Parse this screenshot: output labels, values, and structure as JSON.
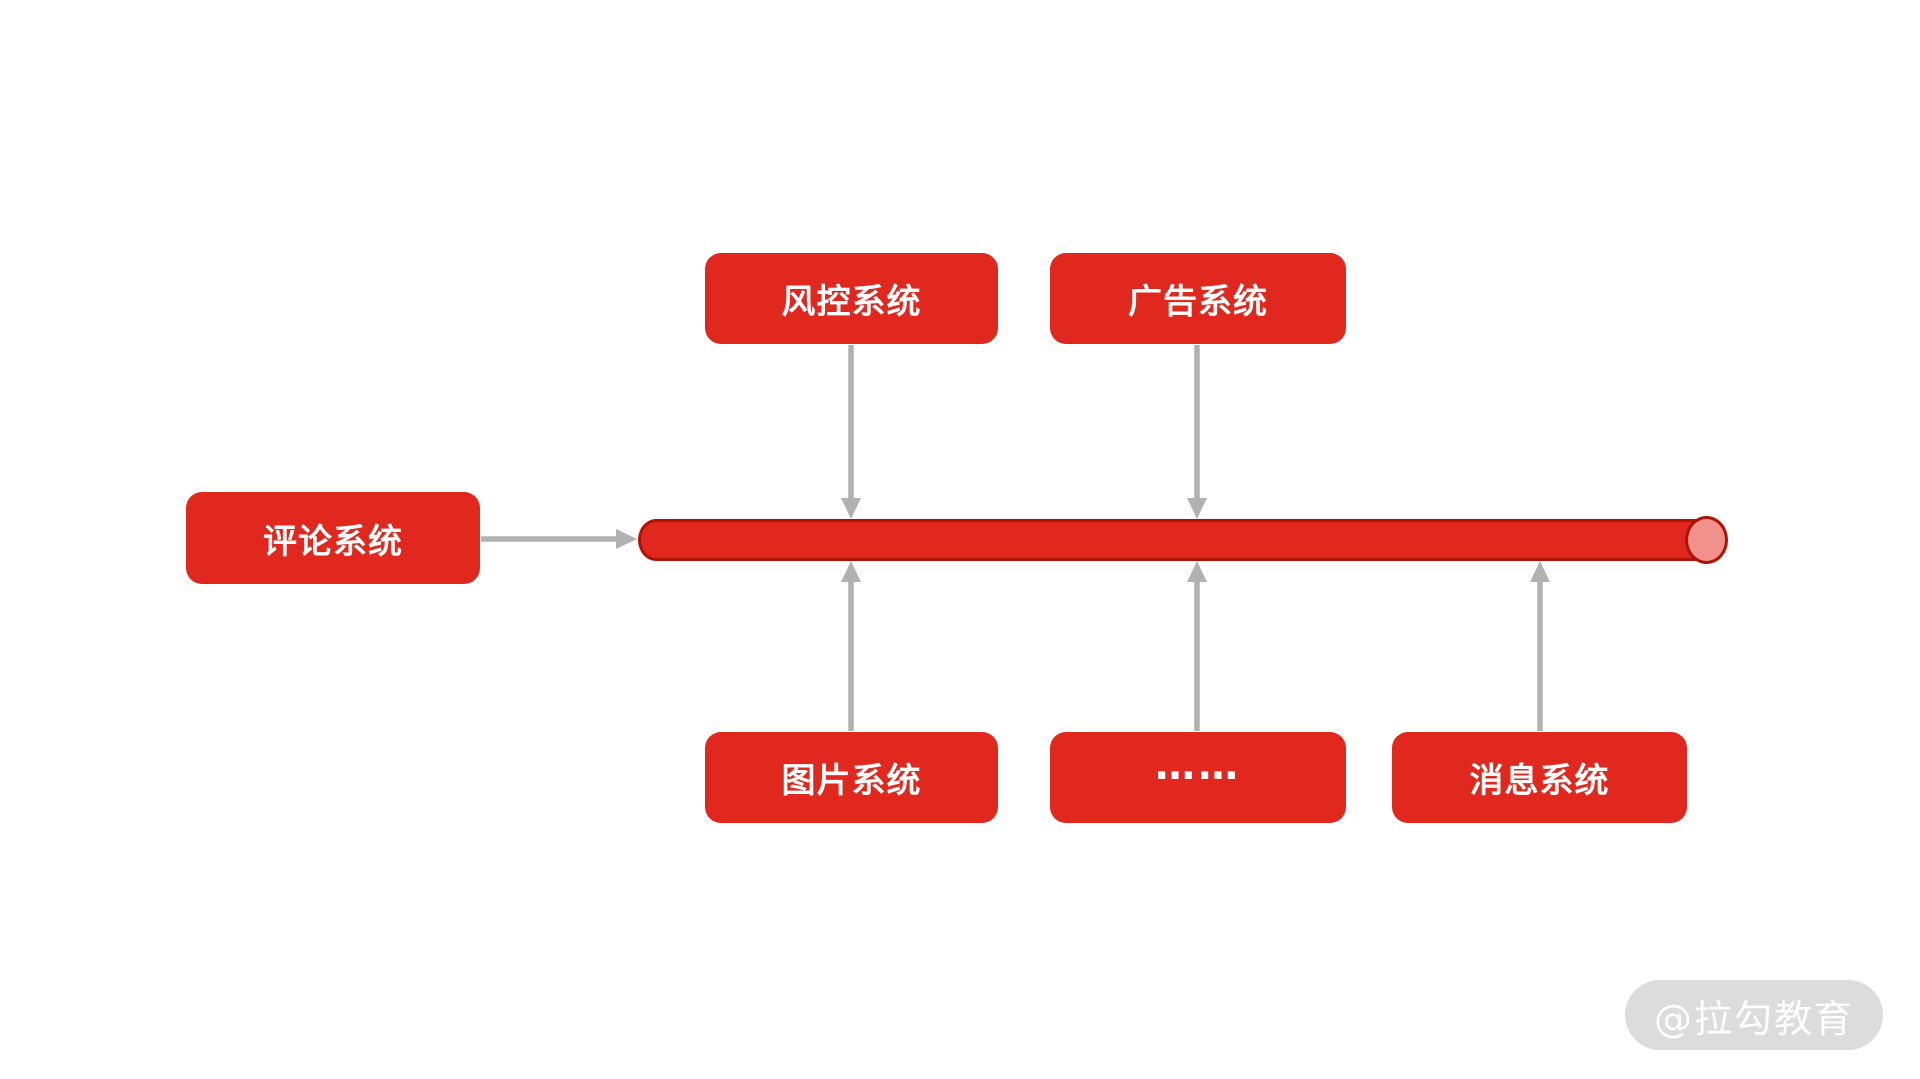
{
  "diagram": {
    "nodes": {
      "risk_control": {
        "label": "风控系统"
      },
      "advertising": {
        "label": "广告系统"
      },
      "comment": {
        "label": "评论系统"
      },
      "image": {
        "label": "图片系统"
      },
      "more": {
        "label": "……"
      },
      "message": {
        "label": "消息系统"
      },
      "queue": {
        "label": "",
        "shape": "horizontal-cylinder-pipe"
      }
    },
    "edges": [
      {
        "from": "comment",
        "to": "queue",
        "direction": "right"
      },
      {
        "from": "risk_control",
        "to": "queue",
        "direction": "down"
      },
      {
        "from": "advertising",
        "to": "queue",
        "direction": "down"
      },
      {
        "from": "image",
        "to": "queue",
        "direction": "up"
      },
      {
        "from": "more",
        "to": "queue",
        "direction": "up"
      },
      {
        "from": "message",
        "to": "queue",
        "direction": "up"
      }
    ],
    "colors": {
      "node_fill": "#e0281e",
      "node_text": "#ffffff",
      "pipe_fill": "#e0281e",
      "pipe_stroke": "#b01205",
      "pipe_cap_fill": "#f0918c",
      "arrow": "#b1b1b1",
      "background": "#ffffff"
    }
  },
  "watermark": {
    "text": "@拉勾教育"
  }
}
